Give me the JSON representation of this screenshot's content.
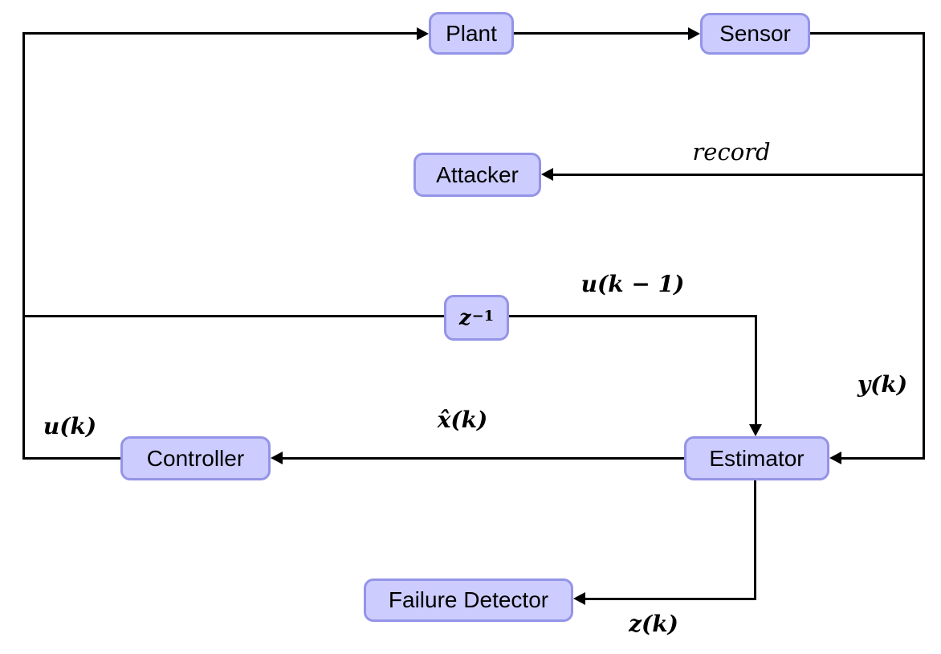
{
  "colors": {
    "background": "#ffffff",
    "box_fill": "#ccccff",
    "box_border": "#9494e8",
    "wire": "#000000",
    "text": "#000000"
  },
  "nodes": {
    "plant": {
      "label": "Plant"
    },
    "sensor": {
      "label": "Sensor"
    },
    "attacker": {
      "label": "Attacker"
    },
    "delay": {
      "base": "z",
      "exp": "−1"
    },
    "controller": {
      "label": "Controller"
    },
    "estimator": {
      "label": "Estimator"
    },
    "failure_detector": {
      "label": "Failure Detector"
    }
  },
  "signals": {
    "record": "record",
    "u_k_minus_1": "u(k − 1)",
    "y_k": "y(k)",
    "u_k": "u(k)",
    "x_hat_k": "x̂(k)",
    "z_k": "z(k)"
  }
}
